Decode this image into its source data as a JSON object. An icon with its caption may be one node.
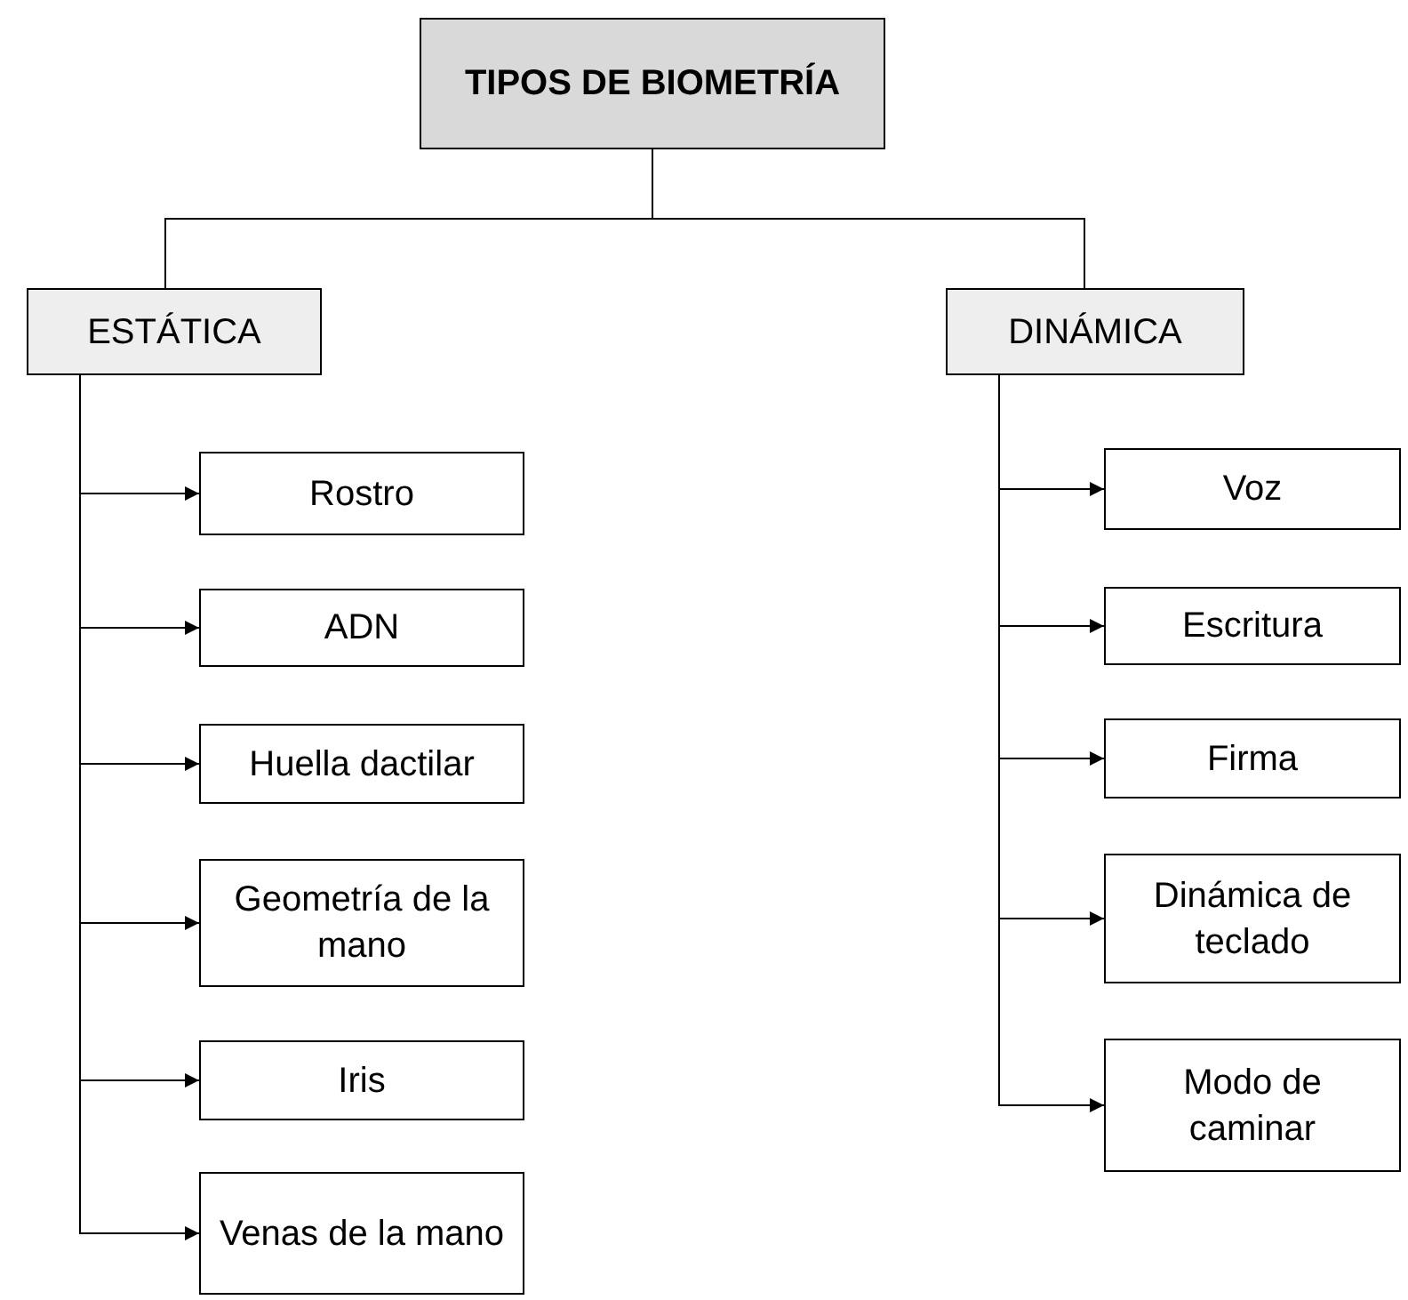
{
  "diagram": {
    "nodes": [
      {
        "text": [
          "TIPOS DE BIOMETRÍA"
        ]
      },
      {
        "text": [
          "ESTÁTICA"
        ]
      },
      {
        "text": [
          "DINÁMICA"
        ]
      },
      {
        "text": [
          "Rostro"
        ]
      },
      {
        "text": [
          "ADN"
        ]
      },
      {
        "text": [
          "Huella dactilar"
        ]
      },
      {
        "text": [
          "Geometría de la mano"
        ]
      },
      {
        "text": [
          "Iris"
        ]
      },
      {
        "text": [
          "Venas de la mano"
        ]
      },
      {
        "text": [
          "Voz"
        ]
      },
      {
        "text": [
          "Escritura"
        ]
      },
      {
        "text": [
          "Firma"
        ]
      },
      {
        "text": [
          "Dinámica de teclado"
        ]
      },
      {
        "text": [
          "Modo de caminar"
        ]
      }
    ],
    "edges": [
      {
        "from": 0,
        "to": 1,
        "arrow": "none"
      },
      {
        "from": 0,
        "to": 2,
        "arrow": "none"
      },
      {
        "from": 1,
        "to": 3,
        "arrow": "to"
      },
      {
        "from": 1,
        "to": 4,
        "arrow": "to"
      },
      {
        "from": 1,
        "to": 5,
        "arrow": "to"
      },
      {
        "from": 1,
        "to": 6,
        "arrow": "to"
      },
      {
        "from": 1,
        "to": 7,
        "arrow": "to"
      },
      {
        "from": 1,
        "to": 8,
        "arrow": "to"
      },
      {
        "from": 2,
        "to": 9,
        "arrow": "to"
      },
      {
        "from": 2,
        "to": 10,
        "arrow": "to"
      },
      {
        "from": 2,
        "to": 11,
        "arrow": "to"
      },
      {
        "from": 2,
        "to": 12,
        "arrow": "to"
      },
      {
        "from": 2,
        "to": 13,
        "arrow": "to"
      }
    ]
  }
}
